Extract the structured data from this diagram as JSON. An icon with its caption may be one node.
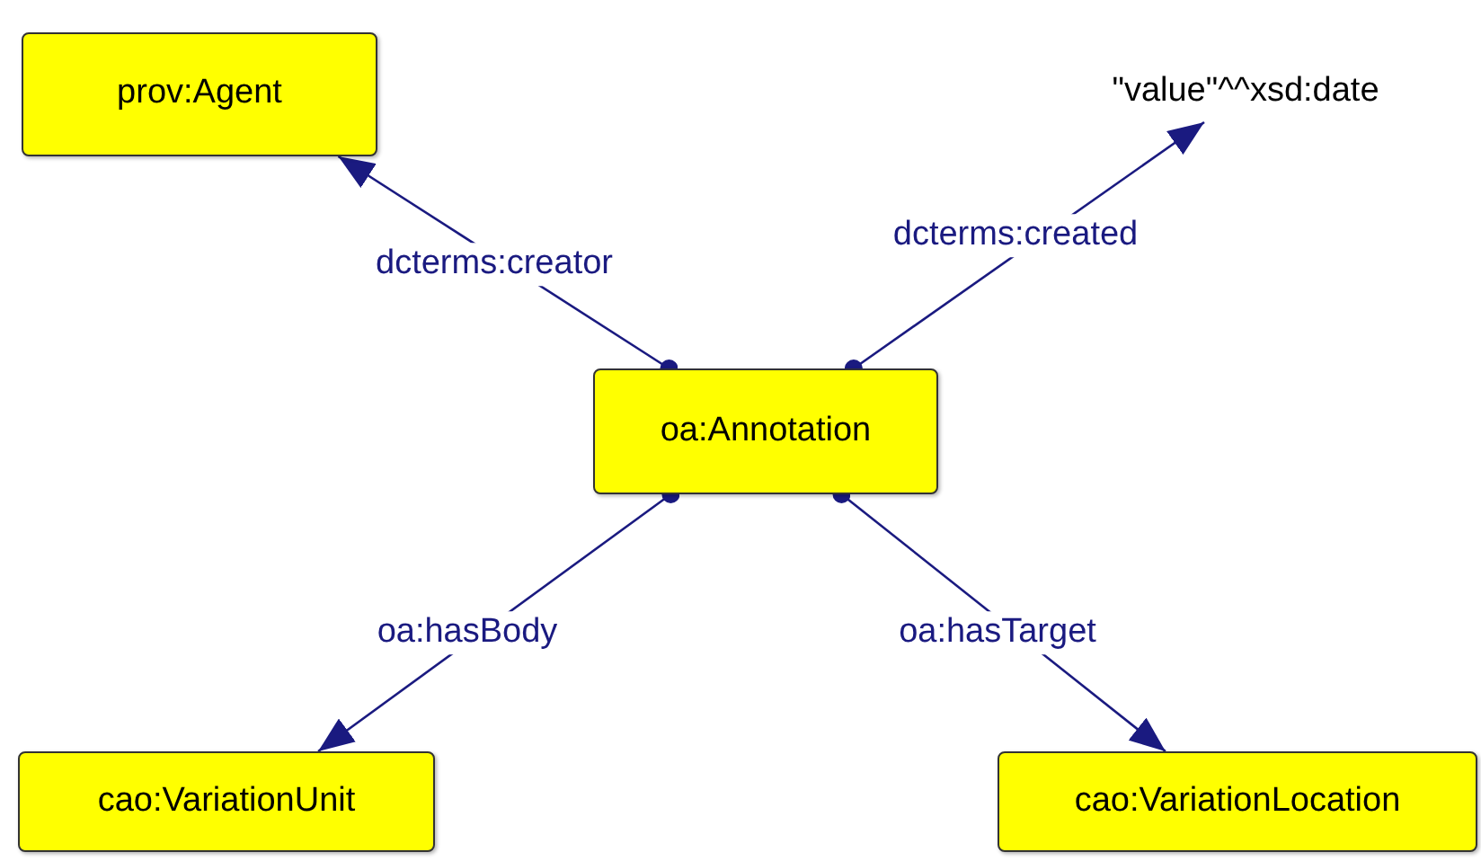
{
  "diagram": {
    "nodes": [
      {
        "text": [
          "prov:Agent"
        ]
      },
      {
        "text": [
          "\"value\"^^xsd:date"
        ]
      },
      {
        "text": [
          "oa:Annotation"
        ]
      },
      {
        "text": [
          "cao:VariationUnit"
        ]
      },
      {
        "text": [
          "cao:VariationLocation"
        ]
      }
    ],
    "edges": [
      {
        "from": 2,
        "to": 0,
        "arrow": "to",
        "label": "dcterms:creator"
      },
      {
        "from": 2,
        "to": 1,
        "arrow": "to",
        "label": "dcterms:created"
      },
      {
        "from": 2,
        "to": 3,
        "arrow": "to",
        "label": "oa:hasBody"
      },
      {
        "from": 2,
        "to": 4,
        "arrow": "to",
        "label": "oa:hasTarget"
      }
    ]
  }
}
